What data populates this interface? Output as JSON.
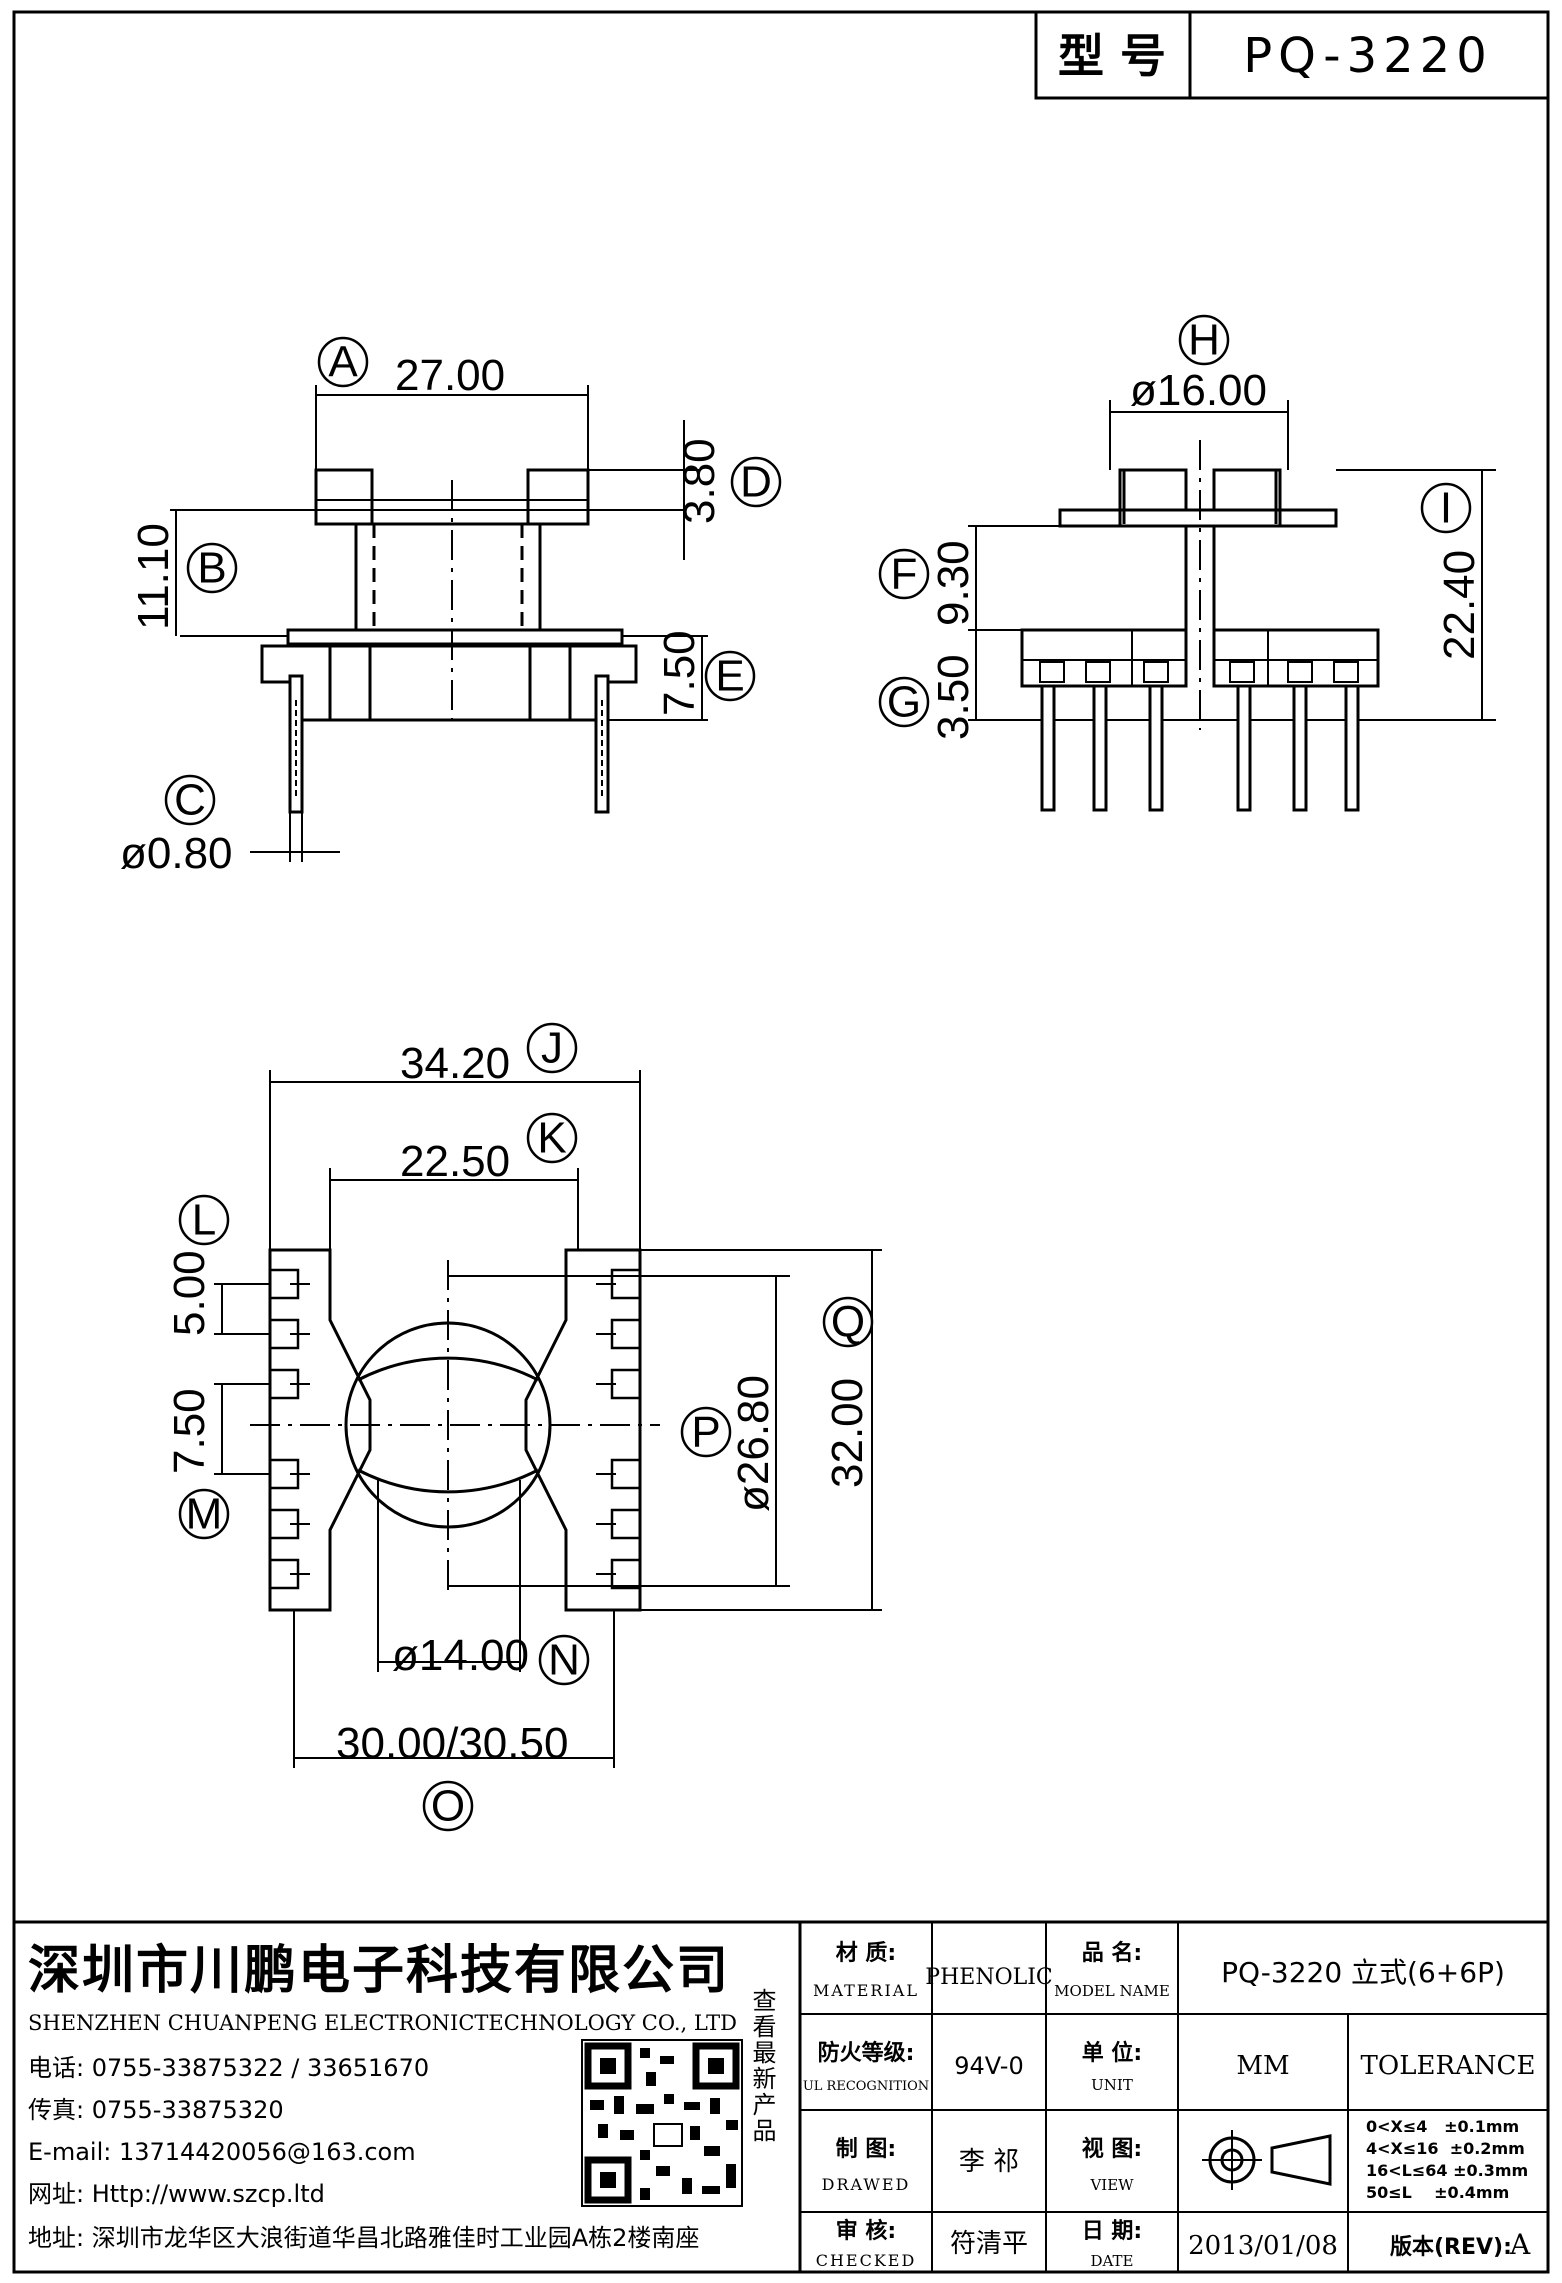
{
  "header": {
    "label_cn": "型 号",
    "model": "PQ-3220"
  },
  "side_view": {
    "width": "27.00",
    "height": "11.10",
    "flange": "3.80",
    "base": "7.50",
    "pin_dia": "ø0.80",
    "labels": {
      "A": "A",
      "B": "B",
      "C": "C",
      "D": "D",
      "E": "E"
    }
  },
  "front_view": {
    "dia": "ø16.00",
    "upper": "9.30",
    "lower": "3.50",
    "total": "22.40",
    "labels": {
      "F": "F",
      "G": "G",
      "H": "H",
      "I": "I"
    }
  },
  "top_view": {
    "width": "34.20",
    "inner": "22.50",
    "pitch": "5.00",
    "gap": "7.50",
    "dia_outer": "ø26.80",
    "height": "32.00",
    "dia_inner": "ø14.00",
    "pin_span": "30.00/30.50",
    "labels": {
      "J": "J",
      "K": "K",
      "L": "L",
      "M": "M",
      "N": "N",
      "O": "O",
      "P": "P",
      "Q": "Q"
    }
  },
  "company": {
    "name_cn": "深圳市川鹏电子科技有限公司",
    "name_en": "SHENZHEN CHUANPENG ELECTRONICTECHNOLOGY CO., LTD",
    "phone": "电话: 0755-33875322 / 33651670",
    "fax": "传真: 0755-33875320",
    "email": "E-mail: 13714420056@163.com",
    "web": "网址: Http://www.szcp.ltd",
    "address": "地址: 深圳市龙华区大浪街道华昌北路雅佳时工业园A栋2楼南座",
    "qr_caption": "查看最新产品"
  },
  "table": {
    "material_cn": "材 质:",
    "material_en": "MATERIAL",
    "material_val": "PHENOLIC",
    "name_cn": "品 名:",
    "name_en": "MODEL NAME",
    "name_val": "PQ-3220 立式(6+6P)",
    "fire_cn": "防火等级:",
    "fire_en": "UL RECOGNITION",
    "fire_val": "94V-0",
    "unit_cn": "单 位:",
    "unit_en": "UNIT",
    "unit_val": "MM",
    "tolerance": "TOLERANCE",
    "tol_rows": [
      "0<X≤4   ±0.1mm",
      "4<X≤16  ±0.2mm",
      "16<L≤64 ±0.3mm",
      "50≤L    ±0.4mm"
    ],
    "drawn_cn": "制 图:",
    "drawn_en": "DRAWED",
    "drawn_val": "李 祁",
    "view_cn": "视 图:",
    "view_en": "VIEW",
    "checked_cn": "审 核:",
    "checked_en": "CHECKED",
    "checked_val": "符清平",
    "date_cn": "日 期:",
    "date_en": "DATE",
    "date_val": "2013/01/08",
    "rev_label": "版本(REV):",
    "rev_val": "A"
  }
}
